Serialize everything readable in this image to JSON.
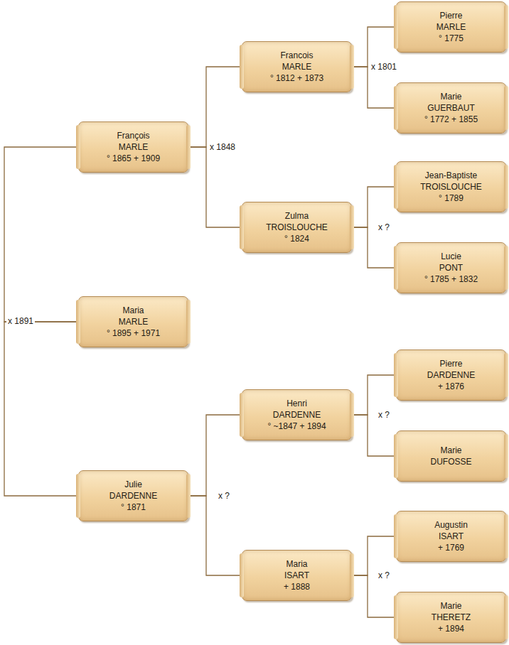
{
  "diagram": {
    "nodes": [
      {
        "text": [
          "Maria",
          "MARLE",
          "° 1895 + 1971"
        ]
      },
      {
        "text": [
          "François",
          "MARLE",
          "° 1865 + 1909"
        ]
      },
      {
        "text": [
          "Julie",
          "DARDENNE",
          "° 1871"
        ]
      },
      {
        "text": [
          "Francois",
          "MARLE",
          "° 1812 + 1873"
        ]
      },
      {
        "text": [
          "Zulma",
          "TROISLOUCHE",
          "° 1824"
        ]
      },
      {
        "text": [
          "Henri",
          "DARDENNE",
          "° ~1847 + 1894"
        ]
      },
      {
        "text": [
          "Maria",
          "ISART",
          "+ 1888"
        ]
      },
      {
        "text": [
          "Pierre",
          "MARLE",
          "° 1775"
        ]
      },
      {
        "text": [
          "Marie",
          "GUERBAUT",
          "° 1772 + 1855"
        ]
      },
      {
        "text": [
          "Jean-Baptiste",
          "TROISLOUCHE",
          "° 1789"
        ]
      },
      {
        "text": [
          "Lucie",
          "PONT",
          "° 1785 + 1832"
        ]
      },
      {
        "text": [
          "Pierre",
          "DARDENNE",
          "+ 1876"
        ]
      },
      {
        "text": [
          "Marie",
          "DUFOSSE"
        ]
      },
      {
        "text": [
          "Augustin",
          "ISART",
          "+ 1769"
        ]
      },
      {
        "text": [
          "Marie",
          "THERETZ",
          "+ 1894"
        ]
      }
    ],
    "edges": [
      {
        "from": 0,
        "to": 1,
        "arrow": "none"
      },
      {
        "from": 0,
        "to": 2,
        "arrow": "none"
      },
      {
        "from": 1,
        "to": 3,
        "arrow": "none"
      },
      {
        "from": 1,
        "to": 4,
        "arrow": "none"
      },
      {
        "from": 2,
        "to": 5,
        "arrow": "none"
      },
      {
        "from": 2,
        "to": 6,
        "arrow": "none"
      },
      {
        "from": 3,
        "to": 7,
        "arrow": "none"
      },
      {
        "from": 3,
        "to": 8,
        "arrow": "none"
      },
      {
        "from": 4,
        "to": 9,
        "arrow": "none"
      },
      {
        "from": 4,
        "to": 10,
        "arrow": "none"
      },
      {
        "from": 5,
        "to": 11,
        "arrow": "none"
      },
      {
        "from": 5,
        "to": 12,
        "arrow": "none"
      },
      {
        "from": 6,
        "to": 13,
        "arrow": "none"
      },
      {
        "from": 6,
        "to": 14,
        "arrow": "none"
      }
    ],
    "labels": [
      "x 1891",
      "x 1848",
      "x 1801",
      "x ?",
      "x ?",
      "x ?",
      "x ?"
    ]
  }
}
